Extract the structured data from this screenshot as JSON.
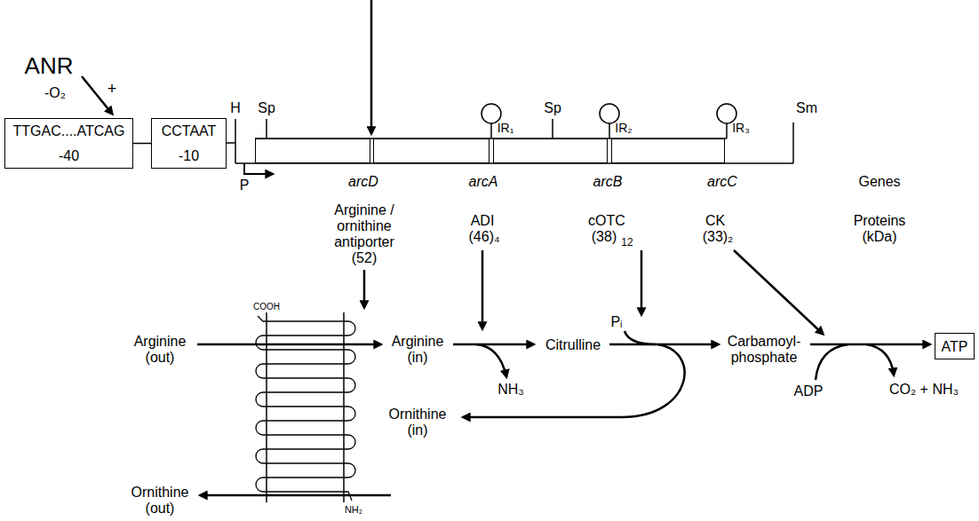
{
  "diagram": {
    "nodes": [
      {
        "text": [
          "TTGAC....ATCAG",
          "-40"
        ]
      },
      {
        "text": [
          "CCTAAT",
          "-10"
        ]
      },
      {
        "text": [
          "arcD"
        ]
      },
      {
        "text": [
          "arcA"
        ]
      },
      {
        "text": [
          "arcB"
        ]
      },
      {
        "text": [
          "arcC"
        ]
      },
      {
        "text": [
          "ATP"
        ]
      }
    ],
    "edges": [
      {
        "from": 0,
        "to": 1,
        "arrow": "none"
      }
    ],
    "labels": [
      "ANR",
      "-O₂",
      "+",
      "H",
      "Sp",
      "P",
      "IR₁",
      "Sp",
      "IR₂",
      "IR₃",
      "Sm",
      "Genes",
      "Arginine / ornithine antiporter",
      "(52)",
      "ADI",
      "(46)₄",
      "cOTC",
      "(38)",
      "12",
      "CK",
      "(33)₂",
      "Proteins (kDa)",
      "Arginine (out)",
      "COOH",
      "Arginine (in)",
      "NH₃",
      "Citrulline",
      "Pᵢ",
      "Carbamoyl- phosphate",
      "ADP",
      "CO₂ + NH₃",
      "Ornithine (in)",
      "Ornithine (out)",
      "NH₂"
    ]
  }
}
